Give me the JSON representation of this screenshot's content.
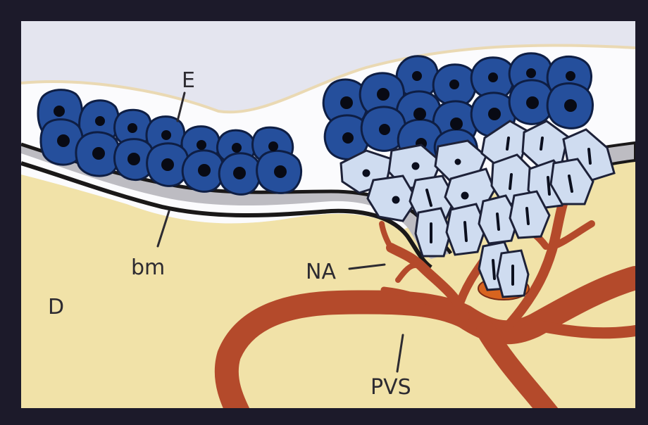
{
  "labels": {
    "epidermis": "E",
    "basement_membrane": "bm",
    "dermis": "D",
    "neoangiogenesis": "NA",
    "perivascular_space": "PVS"
  },
  "colors": {
    "frame": "#1c1a2a",
    "dermis": "#f1e2a8",
    "upper_layer": "#e4e5ef",
    "upper_layer_white": "#fbfbfd",
    "basement_membrane": "#bdbcc2",
    "basal_line": "#1a1818",
    "blue_cell": "#254f9c",
    "blue_cell_outline": "#0e1e44",
    "pale_cell": "#cfdcf0",
    "pale_cell_outline": "#1d2138",
    "vessel": "#b44a2b",
    "vessel_highlight": "#d8641f",
    "label_text": "#2d2b31"
  }
}
